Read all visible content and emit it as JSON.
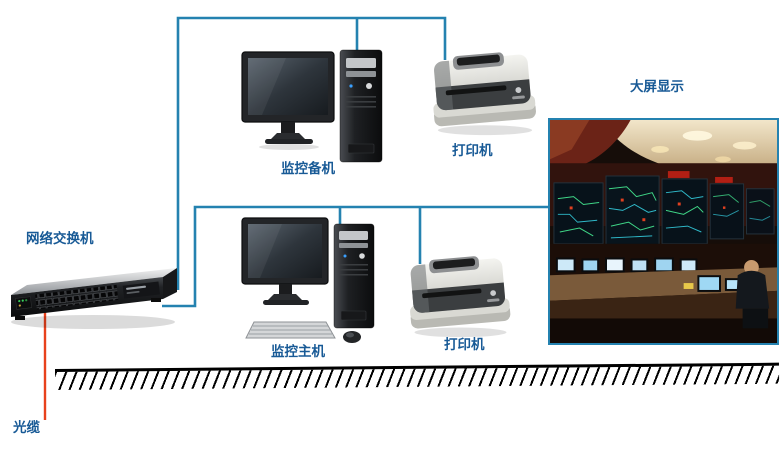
{
  "labels": {
    "switch": "网络交换机",
    "backup_pc": "监控备机",
    "printer_top": "打印机",
    "main_pc": "监控主机",
    "printer_bottom": "打印机",
    "big_screen": "大屏显示",
    "fiber": "光缆"
  },
  "colors": {
    "label_color": "#185a96",
    "wire_color": "#2482b0",
    "fiber_color": "#e8411c",
    "ground_color": "#000000",
    "bg_color": "#ffffff"
  },
  "icons": {
    "switch": "rack-switch-image",
    "backup_pc": "desktop-computer-image",
    "main_pc": "desktop-computer-keyboard-mouse-image",
    "printer_top": "printer-image",
    "printer_bottom": "printer-image",
    "big_screen": "control-room-photo",
    "ground": "ground-hatching",
    "fiber": "red-fiber-cable-line"
  }
}
